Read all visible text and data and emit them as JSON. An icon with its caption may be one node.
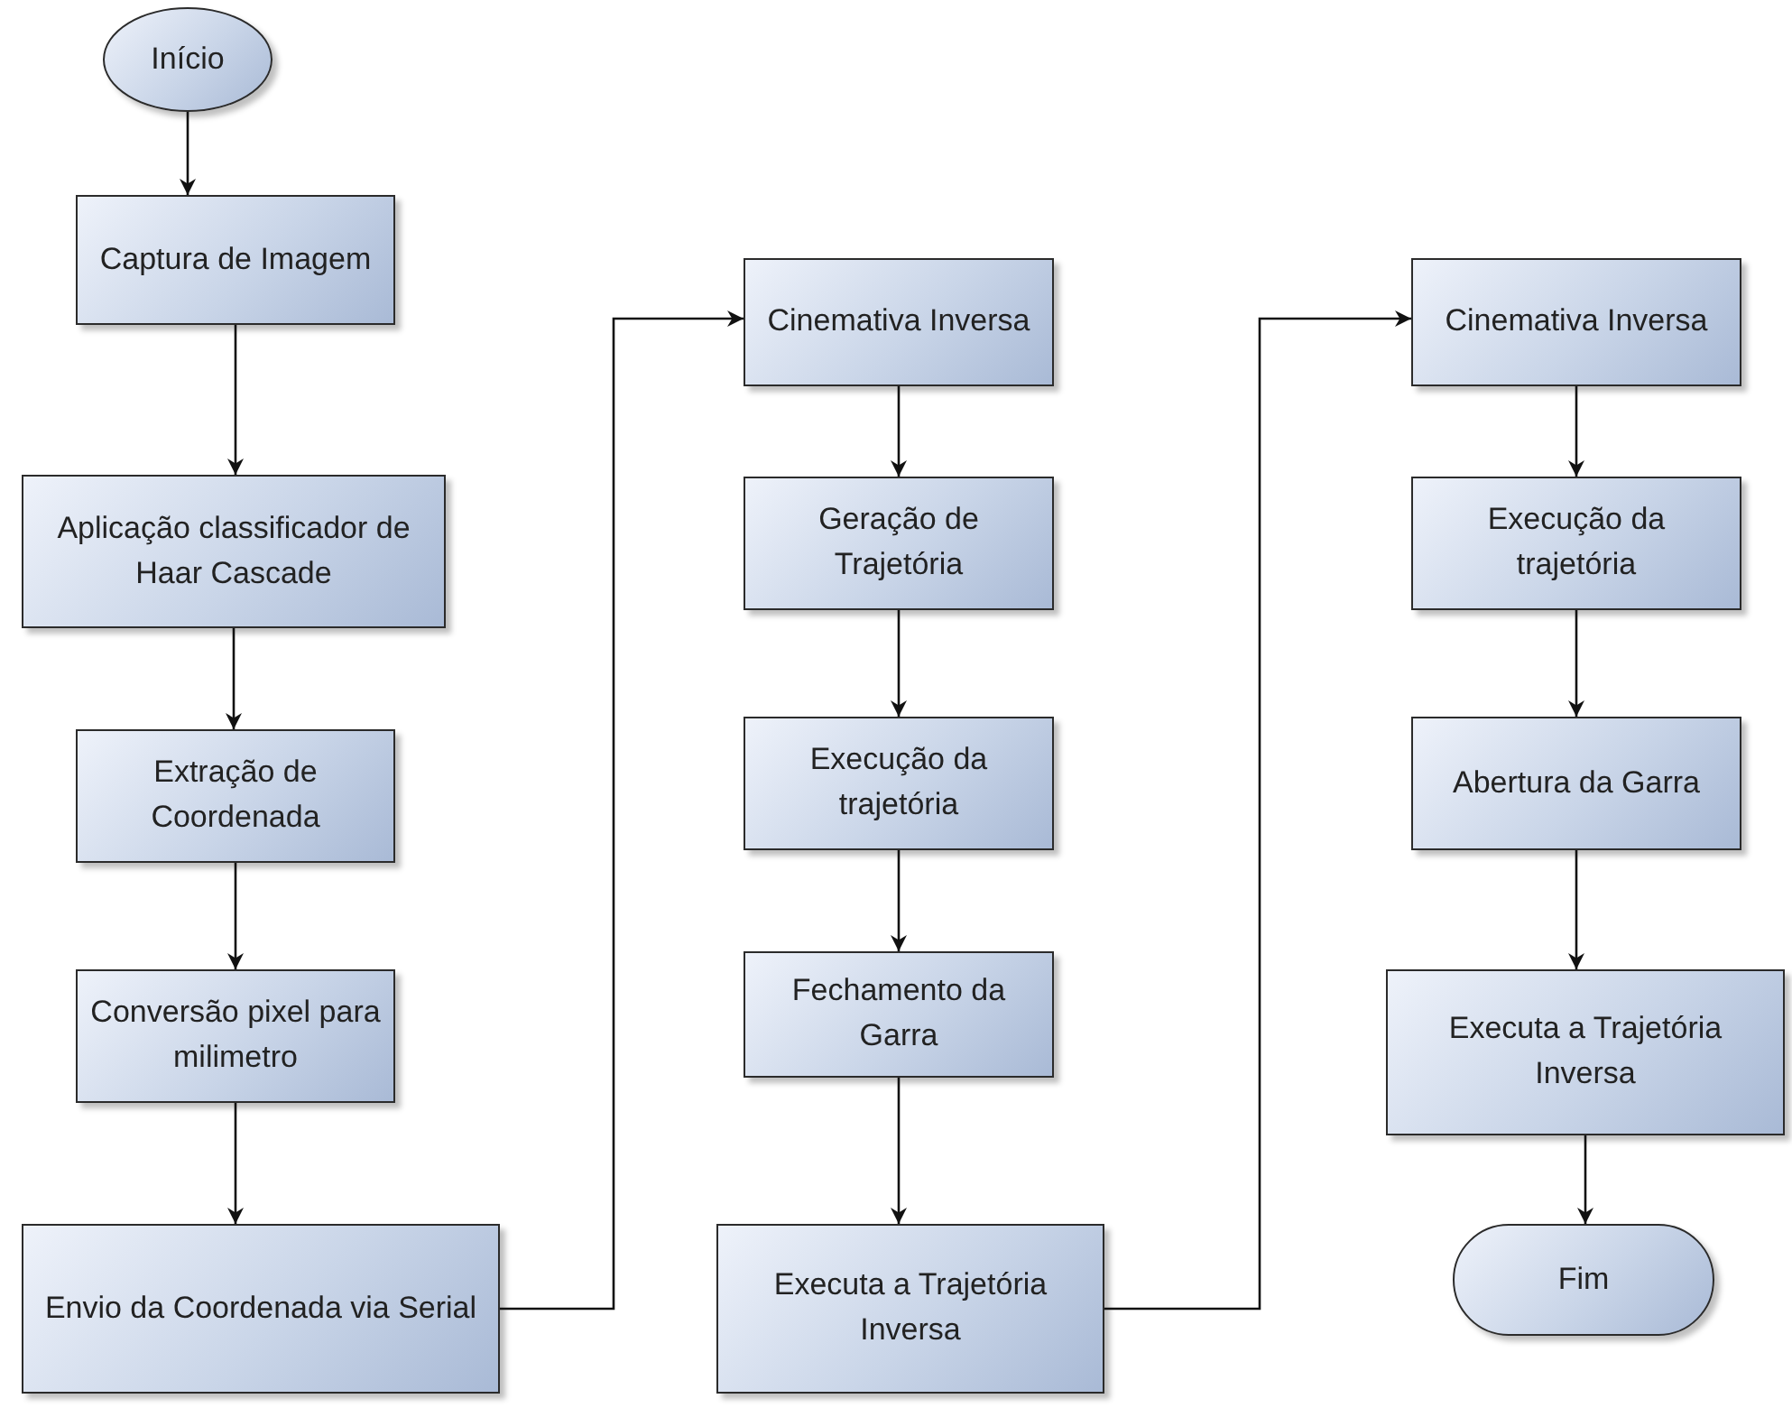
{
  "diagram": {
    "nodes": [
      {
        "text": [
          "Início"
        ]
      },
      {
        "text": [
          "Captura de Imagem"
        ]
      },
      {
        "text": [
          "Aplicação classificador de Haar Cascade"
        ]
      },
      {
        "text": [
          "Extração de Coordenada"
        ]
      },
      {
        "text": [
          "Conversão pixel para milimetro"
        ]
      },
      {
        "text": [
          "Envio da Coordenada via Serial"
        ]
      },
      {
        "text": [
          "Cinemativa Inversa"
        ]
      },
      {
        "text": [
          "Geração de Trajetória"
        ]
      },
      {
        "text": [
          "Execução da trajetória"
        ]
      },
      {
        "text": [
          "Fechamento da Garra"
        ]
      },
      {
        "text": [
          "Executa a Trajetória Inversa"
        ]
      },
      {
        "text": [
          "Cinemativa Inversa"
        ]
      },
      {
        "text": [
          "Execução da trajetória"
        ]
      },
      {
        "text": [
          "Abertura da Garra"
        ]
      },
      {
        "text": [
          "Executa a Trajetória Inversa"
        ]
      },
      {
        "text": [
          "Fim"
        ]
      }
    ],
    "edges": [
      {
        "from": 0,
        "to": 1,
        "arrow": "to"
      },
      {
        "from": 1,
        "to": 2,
        "arrow": "to"
      },
      {
        "from": 2,
        "to": 3,
        "arrow": "to"
      },
      {
        "from": 3,
        "to": 4,
        "arrow": "to"
      },
      {
        "from": 4,
        "to": 5,
        "arrow": "to"
      },
      {
        "from": 5,
        "to": 6,
        "arrow": "to"
      },
      {
        "from": 6,
        "to": 7,
        "arrow": "to"
      },
      {
        "from": 7,
        "to": 8,
        "arrow": "to"
      },
      {
        "from": 8,
        "to": 9,
        "arrow": "to"
      },
      {
        "from": 9,
        "to": 10,
        "arrow": "to"
      },
      {
        "from": 10,
        "to": 11,
        "arrow": "to"
      },
      {
        "from": 11,
        "to": 12,
        "arrow": "to"
      },
      {
        "from": 12,
        "to": 13,
        "arrow": "to"
      },
      {
        "from": 13,
        "to": 14,
        "arrow": "to"
      },
      {
        "from": 14,
        "to": 15,
        "arrow": "to"
      }
    ]
  }
}
